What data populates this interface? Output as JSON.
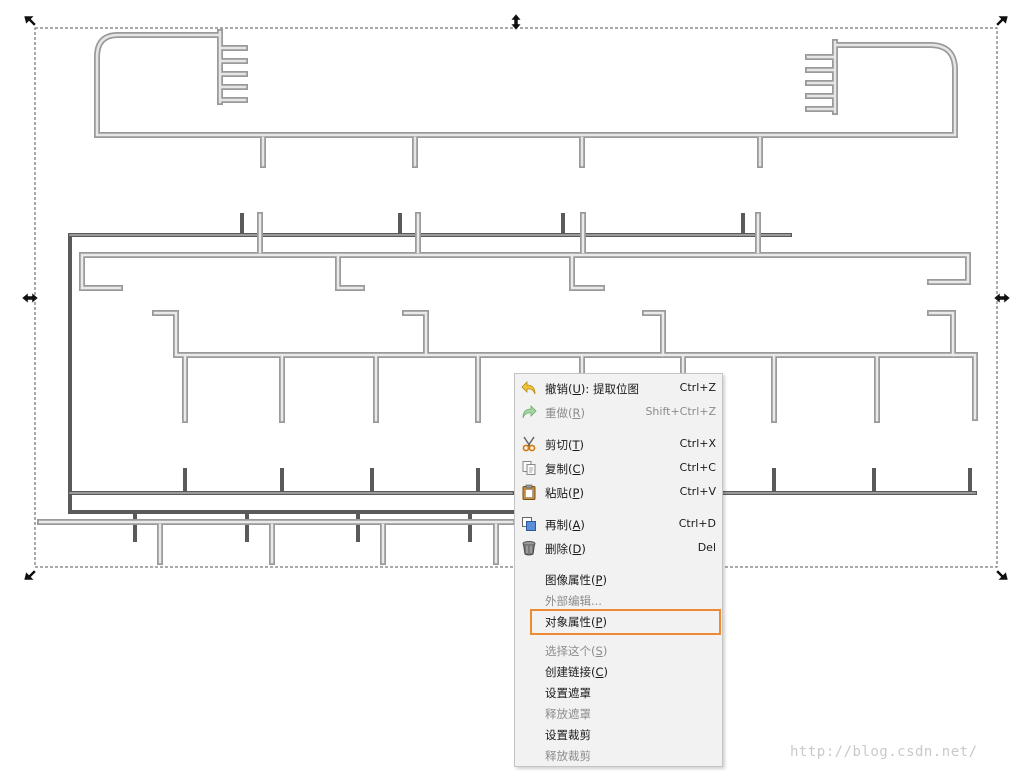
{
  "context_menu": {
    "items": [
      {
        "label_pre": "撤销(",
        "label_u": "U",
        "label_post": "): 提取位图",
        "shortcut": "Ctrl+Z",
        "icon": "undo-icon",
        "disabled": false
      },
      {
        "label_pre": "重做(",
        "label_u": "R",
        "label_post": ")",
        "shortcut": "Shift+Ctrl+Z",
        "icon": "redo-icon",
        "disabled": true
      },
      {
        "label_pre": "剪切(",
        "label_u": "T",
        "label_post": ")",
        "shortcut": "Ctrl+X",
        "icon": "scissors-icon",
        "disabled": false
      },
      {
        "label_pre": "复制(",
        "label_u": "C",
        "label_post": ")",
        "shortcut": "Ctrl+C",
        "icon": "copy-icon",
        "disabled": false
      },
      {
        "label_pre": "粘贴(",
        "label_u": "P",
        "label_post": ")",
        "shortcut": "Ctrl+V",
        "icon": "paste-icon",
        "disabled": false
      },
      {
        "label_pre": "再制(",
        "label_u": "A",
        "label_post": ")",
        "shortcut": "Ctrl+D",
        "icon": "duplicate-icon",
        "disabled": false
      },
      {
        "label_pre": "删除(",
        "label_u": "D",
        "label_post": ")",
        "shortcut": "Del",
        "icon": "trash-icon",
        "disabled": false
      },
      {
        "label_pre": "图像属性(",
        "label_u": "P",
        "label_post": ")",
        "shortcut": "",
        "icon": "",
        "disabled": false
      },
      {
        "label_pre": "外部编辑...",
        "label_u": "",
        "label_post": "",
        "shortcut": "",
        "icon": "",
        "disabled": true
      },
      {
        "label_pre": "对象属性(",
        "label_u": "P",
        "label_post": ")",
        "shortcut": "",
        "icon": "",
        "disabled": false
      },
      {
        "label_pre": "选择这个(",
        "label_u": "S",
        "label_post": ")",
        "shortcut": "",
        "icon": "",
        "disabled": true
      },
      {
        "label_pre": "创建链接(",
        "label_u": "C",
        "label_post": ")",
        "shortcut": "",
        "icon": "",
        "disabled": false
      },
      {
        "label_pre": "设置遮罩",
        "label_u": "",
        "label_post": "",
        "shortcut": "",
        "icon": "",
        "disabled": false
      },
      {
        "label_pre": "释放遮罩",
        "label_u": "",
        "label_post": "",
        "shortcut": "",
        "icon": "",
        "disabled": true
      },
      {
        "label_pre": "设置裁剪",
        "label_u": "",
        "label_post": "",
        "shortcut": "",
        "icon": "",
        "disabled": false
      },
      {
        "label_pre": "释放裁剪",
        "label_u": "",
        "label_post": "",
        "shortcut": "",
        "icon": "",
        "disabled": true
      }
    ],
    "highlighted_item": "对象属性(P)",
    "highlight_color": "#ef8a34"
  },
  "watermark": "http://blog.csdn.net/",
  "colors": {
    "selection_dash": "#555555",
    "handle": "#111111",
    "sprue_light": "#c8c8c8",
    "sprue_dark": "#6e6e6e"
  }
}
